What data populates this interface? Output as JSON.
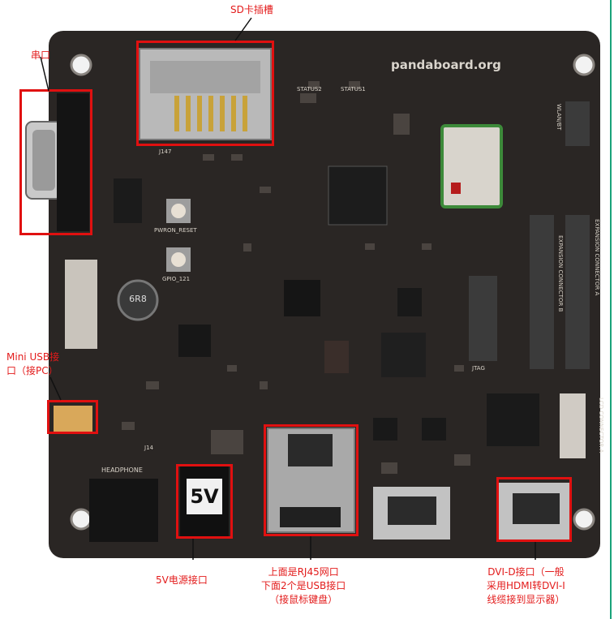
{
  "board_silkscreen": "pandaboard.org",
  "colors": {
    "annotation": "#e31b1b",
    "pcb": "#2a2624"
  },
  "annotations": {
    "sd_slot": "SD卡插槽",
    "serial_port": "串口",
    "mini_usb_line1": "Mini USB接",
    "mini_usb_line2": "口（接PC）",
    "power_5v": "5V电源接口",
    "rj45_line1": "上面是RJ45网口",
    "rj45_line2": "下面2个是USB接口",
    "rj45_line3": "（接鼠标键盘）",
    "dvi_line1": "DVI-D接口（一般",
    "dvi_line2": "采用HDMI转DVI-I",
    "dvi_line3": "线缆接到显示器）"
  },
  "silkscreen_labels": {
    "power_label": "5V",
    "status2": "STATUS2",
    "status1": "STATUS1",
    "pwron_reset": "PWRON_RESET",
    "gpio": "GPIO_121",
    "expansion_a": "EXPANSION CONNECTOR A",
    "expansion_b": "EXPANSION CONNECTOR B",
    "jtag": "JTAG",
    "headphone": "HEADPHONE",
    "wlan_bt": "WLAN/BT",
    "inductor": "6R8",
    "lcd_conn": "LCD CONNECTOR A",
    "j147": "J147",
    "j14": "J14"
  }
}
